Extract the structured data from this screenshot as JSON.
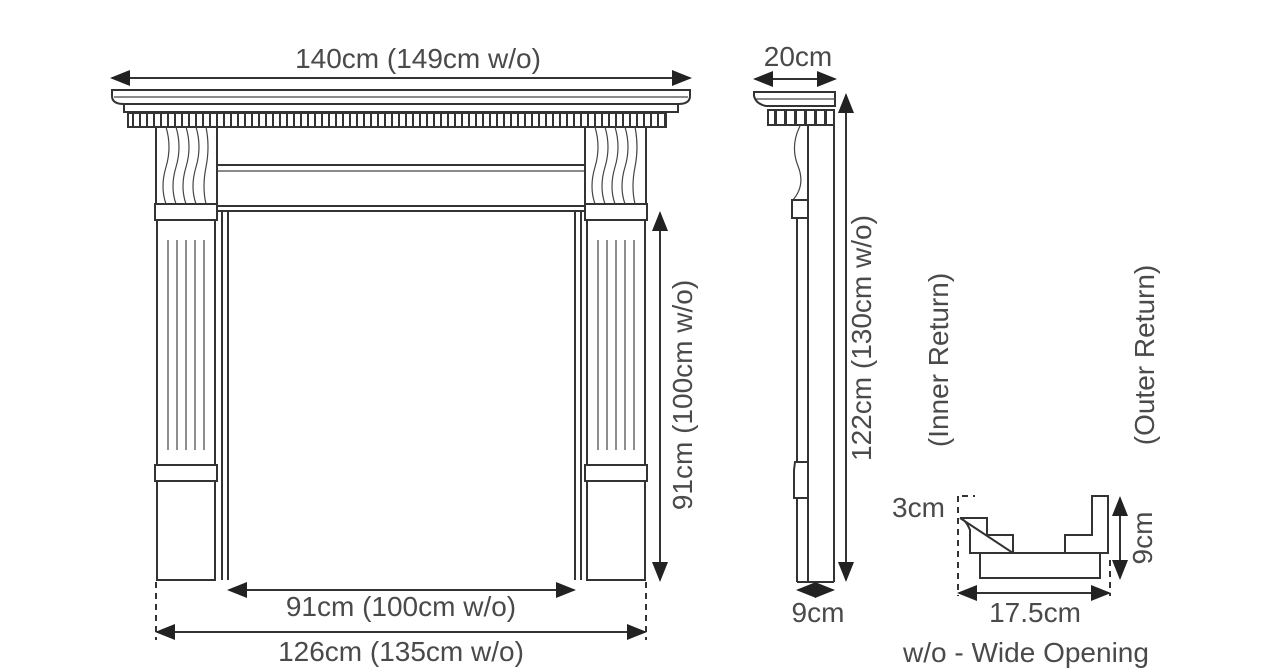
{
  "front_view": {
    "overall_width": "140cm (149cm w/o)",
    "opening_height": "91cm (100cm w/o)",
    "opening_width": "91cm (100cm w/o)",
    "footprint_width": "126cm (135cm w/o)"
  },
  "side_view": {
    "shelf_depth": "20cm",
    "overall_height": "122cm (130cm w/o)",
    "leg_depth": "9cm"
  },
  "profile_view": {
    "inner_return": "(Inner Return)",
    "outer_return": "(Outer Return)",
    "step": "3cm",
    "height": "9cm",
    "width": "17.5cm",
    "note": "w/o - Wide Opening"
  }
}
